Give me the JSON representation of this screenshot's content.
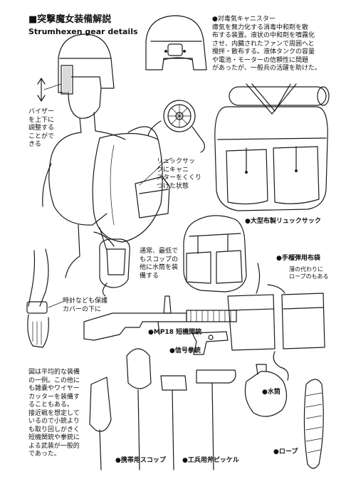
{
  "title": {
    "japanese": "■突撃魔女装備解説",
    "english": "Strumhexen gear details"
  },
  "notes": {
    "canister": "●対毒気キャニスター\n瘴気を無力化する消毒中和剤を散\n布する装置。液状の中和剤を噴霧化\nさせ、内臓されたファンで周囲へと\n攪拌・散布する。液体タンクの容量\nや電池・モーターの信頼性に問題\nがあったが、一般兵の活躍を助けた。",
    "visor": "バイザー\nを上下に\n調整する\nことがで\nきる",
    "canister_tied": "リュックサッ\nクにキャニ\nスターをくくり\nつけた状態",
    "backpack": "●大型布製リュックサック",
    "shovel_note": "通常、最低で\nもスコップの\n他に水筒を装\n備する",
    "watch": "時計なども保護\nカバーの下に",
    "grenade_bag": "●手榴弾用布袋",
    "rope_strap": "薄の代わりに\nロープのもある",
    "mp18": "●MP18 短機関銃",
    "flare_gun": "●信号拳銃",
    "bottom_note": "図は平均的な装備\nの一例。この他に\nも雑嚢やワイヤー\nカッターを装備す\nることもある。\n接近戦を想定して\nいるので小銃より\nも取り回しがきく\n短機関銃や拳銃に\nよる武装が一般的\nであった。",
    "canteen": "●水筒",
    "rope": "●ロープ",
    "shovel": "●携帯用スコップ",
    "pickaxe": "●工兵用斧ピッケル"
  }
}
